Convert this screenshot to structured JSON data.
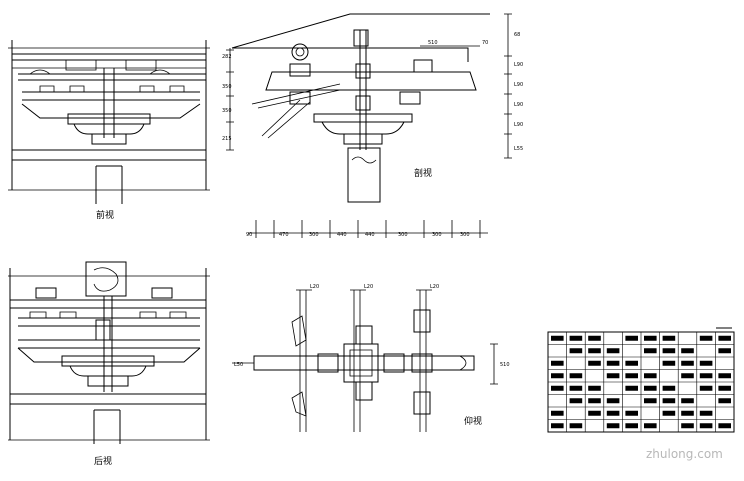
{
  "views": {
    "front": "前视",
    "section": "剖视",
    "back": "后视",
    "bottom": "仰视"
  },
  "section_dims": {
    "right": [
      "68",
      "L90",
      "L90",
      "L90",
      "L90",
      "L55"
    ],
    "left": [
      "282",
      "350",
      "350",
      "215"
    ],
    "top": [
      "510",
      "70"
    ]
  },
  "bottom_dims": [
    "90",
    "470",
    "300",
    "440",
    "440",
    "300",
    "300",
    "300"
  ],
  "plan_dims": {
    "top": [
      "L20",
      "L20",
      "L20"
    ],
    "left": "L50",
    "right": "510"
  },
  "table_rows": [
    [
      "",
      "",
      "",
      "",
      "",
      "",
      "",
      "",
      "",
      ""
    ],
    [
      "",
      "",
      "",
      "",
      "",
      "",
      "",
      "",
      "",
      ""
    ],
    [
      "",
      "",
      "",
      "",
      "",
      "",
      "",
      "",
      "",
      ""
    ],
    [
      "",
      "",
      "",
      "",
      "",
      "",
      "",
      "",
      "",
      ""
    ],
    [
      "",
      "",
      "",
      "",
      "",
      "",
      "",
      "",
      "",
      ""
    ],
    [
      "",
      "",
      "",
      "",
      "",
      "",
      "",
      "",
      "",
      ""
    ],
    [
      "",
      "",
      "",
      "",
      "",
      "",
      "",
      "",
      "",
      ""
    ],
    [
      "",
      "",
      "",
      "",
      "",
      "",
      "",
      "",
      "",
      ""
    ]
  ],
  "watermark": "zhulong.com"
}
